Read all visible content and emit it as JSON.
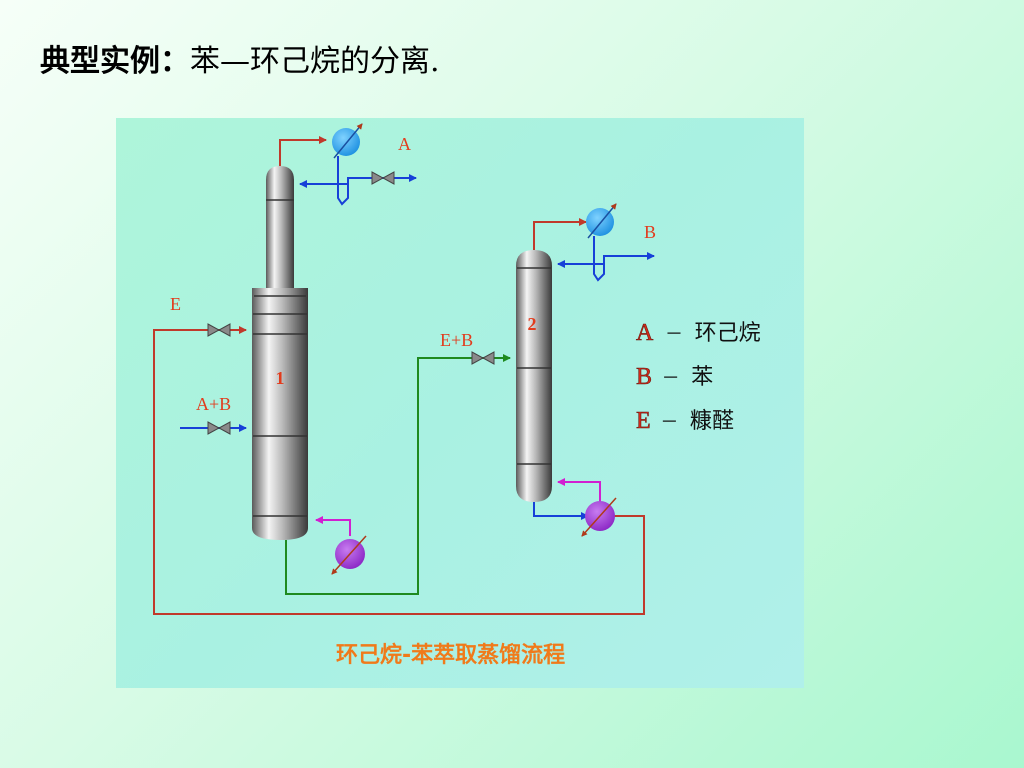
{
  "title": {
    "prefix": "典型实例：",
    "text": "苯—环己烷的分离."
  },
  "diagram": {
    "column1_label": "1",
    "column2_label": "2",
    "stream_a": "A",
    "stream_b": "B",
    "stream_e": "E",
    "feed_ab": "A+B",
    "stream_eb": "E+B",
    "legend": [
      {
        "key": "A",
        "sep": "－",
        "name": "环己烷"
      },
      {
        "key": "B",
        "sep": "－",
        "name": "苯"
      },
      {
        "key": "E",
        "sep": "－",
        "name": "糠醛"
      }
    ],
    "caption": "环己烷-苯萃取蒸馏流程"
  },
  "colors": {
    "red": "#c0392b",
    "blue": "#1740d8",
    "green": "#1f8a1f",
    "magenta": "#d11fd1",
    "condenser": "#29a3f0",
    "reboiler": "#9b2fd0",
    "label_red": "#e23b1c",
    "caption": "#f07a1a"
  }
}
